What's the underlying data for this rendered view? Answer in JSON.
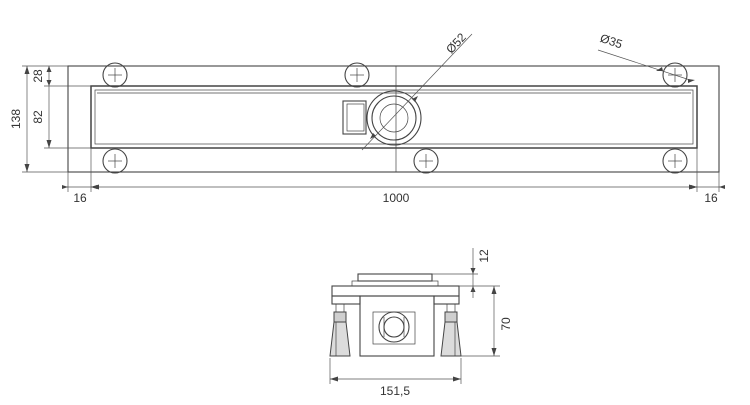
{
  "top_view": {
    "dimensions": {
      "total_length": "1000",
      "left_offset": "16",
      "right_offset": "16",
      "total_height": "138",
      "top_margin": "28",
      "channel_height": "82",
      "outlet_diameter": "Ø52",
      "screw_hole_diameter": "Ø35"
    }
  },
  "side_view": {
    "dimensions": {
      "width": "151,5",
      "height": "70",
      "grate_height": "12"
    }
  }
}
